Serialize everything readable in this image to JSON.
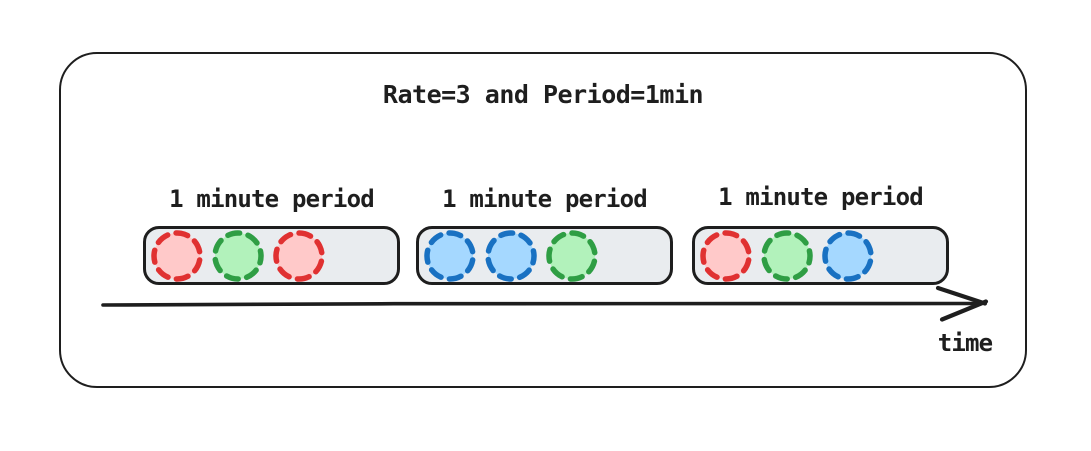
{
  "colors": {
    "ink": "#1e1e1e",
    "pill_fill": "#e9ecef",
    "red_stroke": "#e03131",
    "red_fill": "#ffc9c9",
    "green_stroke": "#2f9e44",
    "green_fill": "#b2f2bb",
    "blue_stroke": "#1971c2",
    "blue_fill": "#a5d8ff"
  },
  "diagram": {
    "title": "Rate=3 and Period=1min",
    "time_axis_label": "time",
    "periods": [
      {
        "label": "1 minute period",
        "requests": [
          "red",
          "green",
          "red"
        ]
      },
      {
        "label": "1 minute period",
        "requests": [
          "blue",
          "blue",
          "green"
        ]
      },
      {
        "label": "1 minute period",
        "requests": [
          "red",
          "green",
          "blue"
        ]
      }
    ]
  }
}
